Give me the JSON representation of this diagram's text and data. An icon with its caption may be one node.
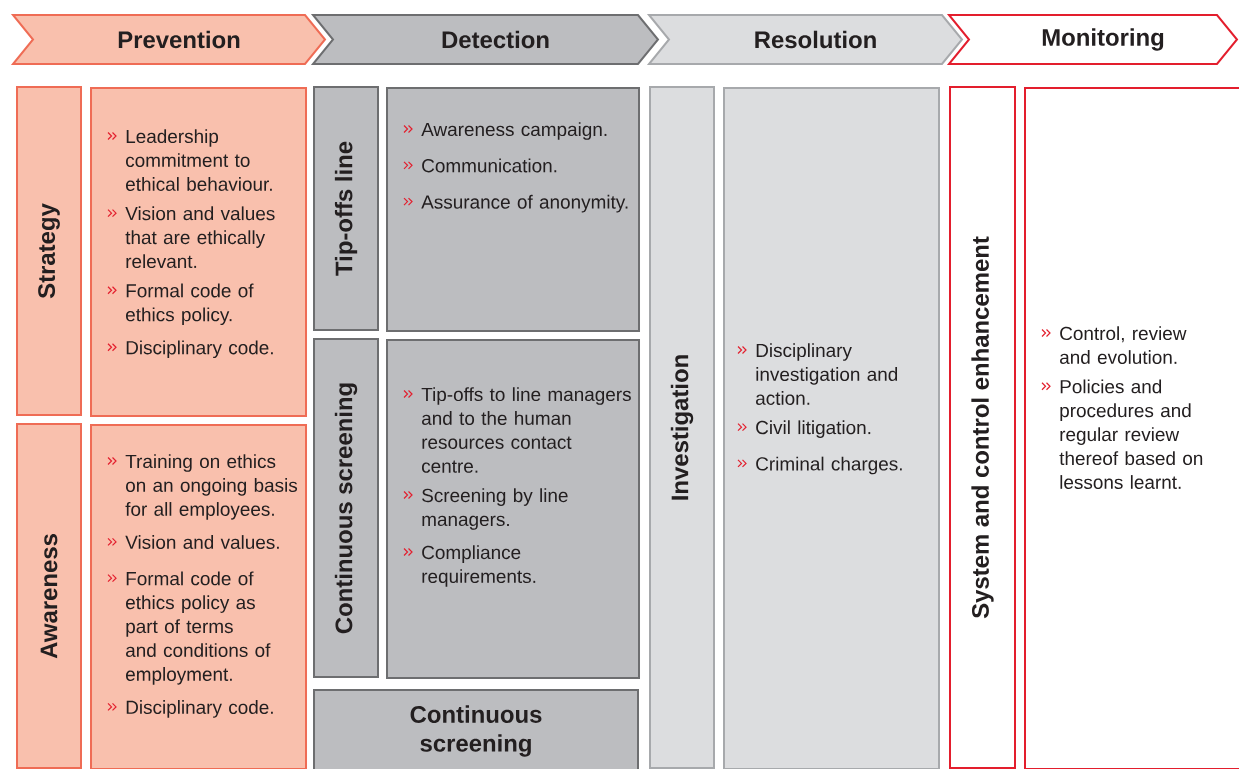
{
  "diagram": {
    "nodes": [
      {
        "text": [
          "Prevention"
        ]
      },
      {
        "text": [
          "Detection"
        ]
      },
      {
        "text": [
          "Resolution"
        ]
      },
      {
        "text": [
          "Monitoring"
        ]
      },
      {
        "text": [
          "Strategy"
        ]
      },
      {
        "text": [
          "Leadership commitment to ethical behaviour.",
          "Vision and values that are ethically relevant.",
          "Formal code of ethics policy.",
          "Disciplinary code."
        ]
      },
      {
        "text": [
          "Awareness"
        ]
      },
      {
        "text": [
          "Training on ethics on an ongoing basis for all employees.",
          "Vision and values.",
          "Formal code of ethics policy as part of terms and conditions of employment.",
          "Disciplinary code."
        ]
      },
      {
        "text": [
          "Tip-offs line"
        ]
      },
      {
        "text": [
          "Awareness campaign.",
          "Communication.",
          "Assurance of anonymity."
        ]
      },
      {
        "text": [
          "Continuous screening"
        ]
      },
      {
        "text": [
          "Tip-offs to line managers and to the human resources contact centre.",
          "Screening by line managers.",
          "Compliance requirements."
        ]
      },
      {
        "text": [
          "Continuous screening"
        ]
      },
      {
        "text": [
          "Investigation"
        ]
      },
      {
        "text": [
          "Disciplinary investigation and action.",
          "Civil litigation.",
          "Criminal charges."
        ]
      },
      {
        "text": [
          "System and control enhancement"
        ]
      },
      {
        "text": [
          "Control, review and evolution.",
          "Policies and procedures and regular review thereof based on lessons learnt."
        ]
      }
    ]
  }
}
